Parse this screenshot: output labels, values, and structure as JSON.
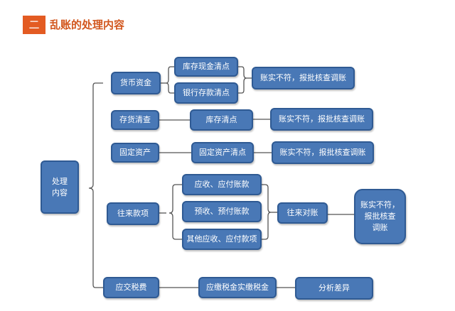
{
  "header": {
    "number": "二",
    "title": "乱账的处理内容"
  },
  "root": {
    "line1": "处理",
    "line2": "内容"
  },
  "branches": {
    "cash": {
      "label": "货币资金",
      "children": [
        "库存现金清点",
        "银行存款清点"
      ],
      "result": "账实不符，报批核查调账"
    },
    "inventory": {
      "label": "存货清查",
      "child": "库存清点",
      "result": "账实不符，报批核查调账"
    },
    "fixed_assets": {
      "label": "固定资产",
      "child": "固定资产清点",
      "result": "账实不符，报批核查调账"
    },
    "accounts": {
      "label": "往来款项",
      "children": [
        "应收、应付账款",
        "预收、预付账款",
        "其他应收、应付款项"
      ],
      "middle": "往来对账",
      "result_lines": [
        "账实不符，",
        "报批核查",
        "调账"
      ]
    },
    "tax": {
      "label": "应交税费",
      "child": "应缴税金实缴税金",
      "result": "分析差异"
    }
  }
}
